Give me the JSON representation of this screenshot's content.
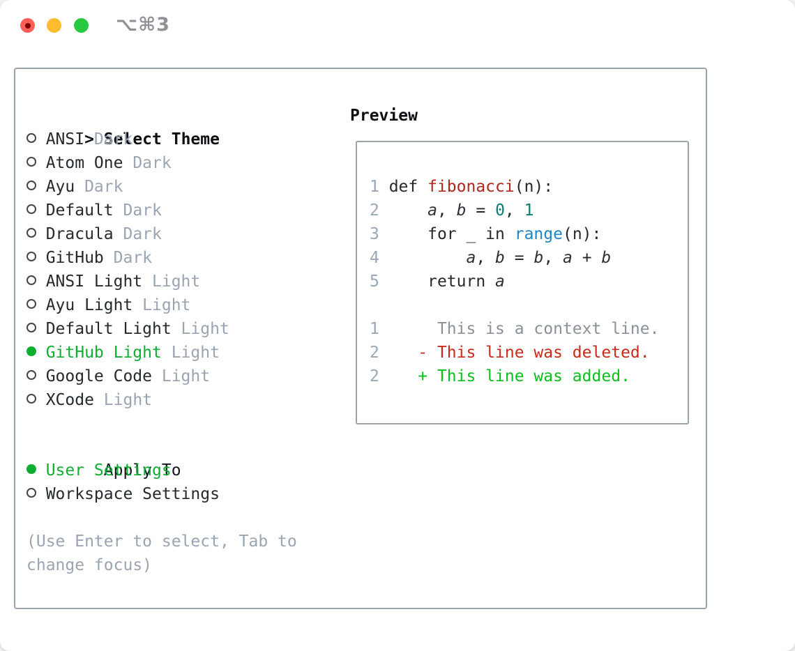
{
  "window": {
    "title": "⌥⌘3",
    "traffic_lights": [
      "close",
      "minimize",
      "zoom"
    ]
  },
  "colors": {
    "text": "#24292e",
    "dim": "#9aa4b2",
    "gutter": "#9aa7b6",
    "ctx": "#8a9199",
    "green": "#0fae33",
    "add": "#0bbf1d",
    "del": "#cb2a1a",
    "fn": "#b3261c",
    "num": "#0b7e74",
    "builtin": "#1b87c5",
    "border": "#9aa2ac",
    "title-gray": "#8e9196",
    "traffic-red": "#ff5f57",
    "traffic-yellow": "#febc2e",
    "traffic-green": "#28c840",
    "traffic-red-dot": "#7a0205"
  },
  "theme_panel": {
    "prompt": ">",
    "title": "Select Theme",
    "themes": [
      {
        "name": "ANSI",
        "tag": "Dark",
        "selected": false
      },
      {
        "name": "Atom One",
        "tag": "Dark",
        "selected": false
      },
      {
        "name": "Ayu",
        "tag": "Dark",
        "selected": false
      },
      {
        "name": "Default",
        "tag": "Dark",
        "selected": false
      },
      {
        "name": "Dracula",
        "tag": "Dark",
        "selected": false
      },
      {
        "name": "GitHub",
        "tag": "Dark",
        "selected": false
      },
      {
        "name": "ANSI Light",
        "tag": "Light",
        "selected": false
      },
      {
        "name": "Ayu Light",
        "tag": "Light",
        "selected": false
      },
      {
        "name": "Default Light",
        "tag": "Light",
        "selected": false
      },
      {
        "name": "GitHub Light",
        "tag": "Light",
        "selected": true
      },
      {
        "name": "Google Code",
        "tag": "Light",
        "selected": false
      },
      {
        "name": "XCode",
        "tag": "Light",
        "selected": false
      }
    ],
    "apply_to": {
      "title": "Apply To",
      "options": [
        {
          "label": "User Settings",
          "selected": true
        },
        {
          "label": "Workspace Settings",
          "selected": false
        }
      ]
    },
    "hint": "(Use Enter to select, Tab to change focus)"
  },
  "preview": {
    "title": "Preview",
    "code_lines": [
      {
        "num": "1",
        "tokens": [
          [
            "def ",
            ""
          ],
          [
            "fibonacci",
            "fn"
          ],
          [
            "(n):",
            ""
          ]
        ]
      },
      {
        "num": "2",
        "tokens": [
          [
            "    ",
            ""
          ],
          [
            "a",
            "v"
          ],
          [
            ", ",
            ""
          ],
          [
            "b",
            "v"
          ],
          [
            " = ",
            ""
          ],
          [
            "0",
            "num"
          ],
          [
            ", ",
            ""
          ],
          [
            "1",
            "num"
          ]
        ]
      },
      {
        "num": "3",
        "tokens": [
          [
            "    for _ in ",
            ""
          ],
          [
            "range",
            "builtin"
          ],
          [
            "(n):",
            ""
          ]
        ]
      },
      {
        "num": "4",
        "tokens": [
          [
            "        ",
            ""
          ],
          [
            "a",
            "v"
          ],
          [
            ", ",
            ""
          ],
          [
            "b",
            "v"
          ],
          [
            " = ",
            ""
          ],
          [
            "b",
            "v"
          ],
          [
            ", ",
            ""
          ],
          [
            "a",
            "v"
          ],
          [
            " + ",
            ""
          ],
          [
            "b",
            "v"
          ]
        ]
      },
      {
        "num": "5",
        "tokens": [
          [
            "    return ",
            ""
          ],
          [
            "a",
            "v"
          ]
        ]
      },
      {
        "num": "",
        "tokens": []
      },
      {
        "num": "1",
        "tokens": [
          [
            "     This is a context line.",
            "ctx"
          ]
        ]
      },
      {
        "num": "2",
        "tokens": [
          [
            "   ",
            ""
          ],
          [
            "- This line was deleted.",
            "del"
          ]
        ]
      },
      {
        "num": "2",
        "tokens": [
          [
            "   ",
            ""
          ],
          [
            "+ This line was added.",
            "add"
          ]
        ]
      }
    ]
  }
}
